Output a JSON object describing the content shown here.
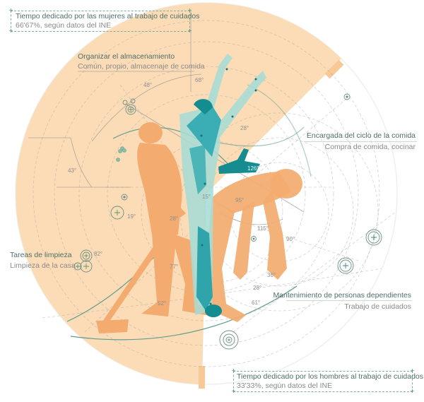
{
  "colors": {
    "women_sector": "#fcdcb7",
    "figure_orange": "#f3ab70",
    "teal_light": "#a7dcd5",
    "teal_mid": "#3aaeb4",
    "teal_dark": "#158c8f",
    "title_text": "#4f6e6a",
    "subtitle_text": "#8a8a8a",
    "marker_green": "#4f9a6c"
  },
  "women_box": {
    "title": "Tiempo dedicado por las mujeres al trabajo de cuidados",
    "value": "66'67%, según datos del INE"
  },
  "men_box": {
    "title": "Tiempo dedicado por los hombres al trabajo de cuidados",
    "value": "33'33%, según datos del INE"
  },
  "tasks": [
    {
      "title": "Organizar el almacenamiento",
      "subtitle": "Común, propio, almacenaje de comida"
    },
    {
      "title": "Encargada del ciclo de la comida",
      "subtitle": "Compra de comida, cocinar"
    },
    {
      "title": "Tareas de limpieza",
      "subtitle": "Limpieza de la casa"
    },
    {
      "title": "Mantenimiento de personas dependientes",
      "subtitle": "Trabajo de cuidados"
    }
  ],
  "angles": [
    "48°",
    "68°",
    "28°",
    "43°",
    "19°",
    "126°",
    "15°",
    "95°",
    "28°",
    "82°",
    "77°",
    "52°",
    "115°",
    "90°",
    "36°",
    "28°",
    "61°"
  ],
  "diagram": {
    "women_share_pct": 66.67,
    "men_share_pct": 33.33,
    "marker_icons": [
      "crosshair-marker",
      "target-marker"
    ]
  }
}
